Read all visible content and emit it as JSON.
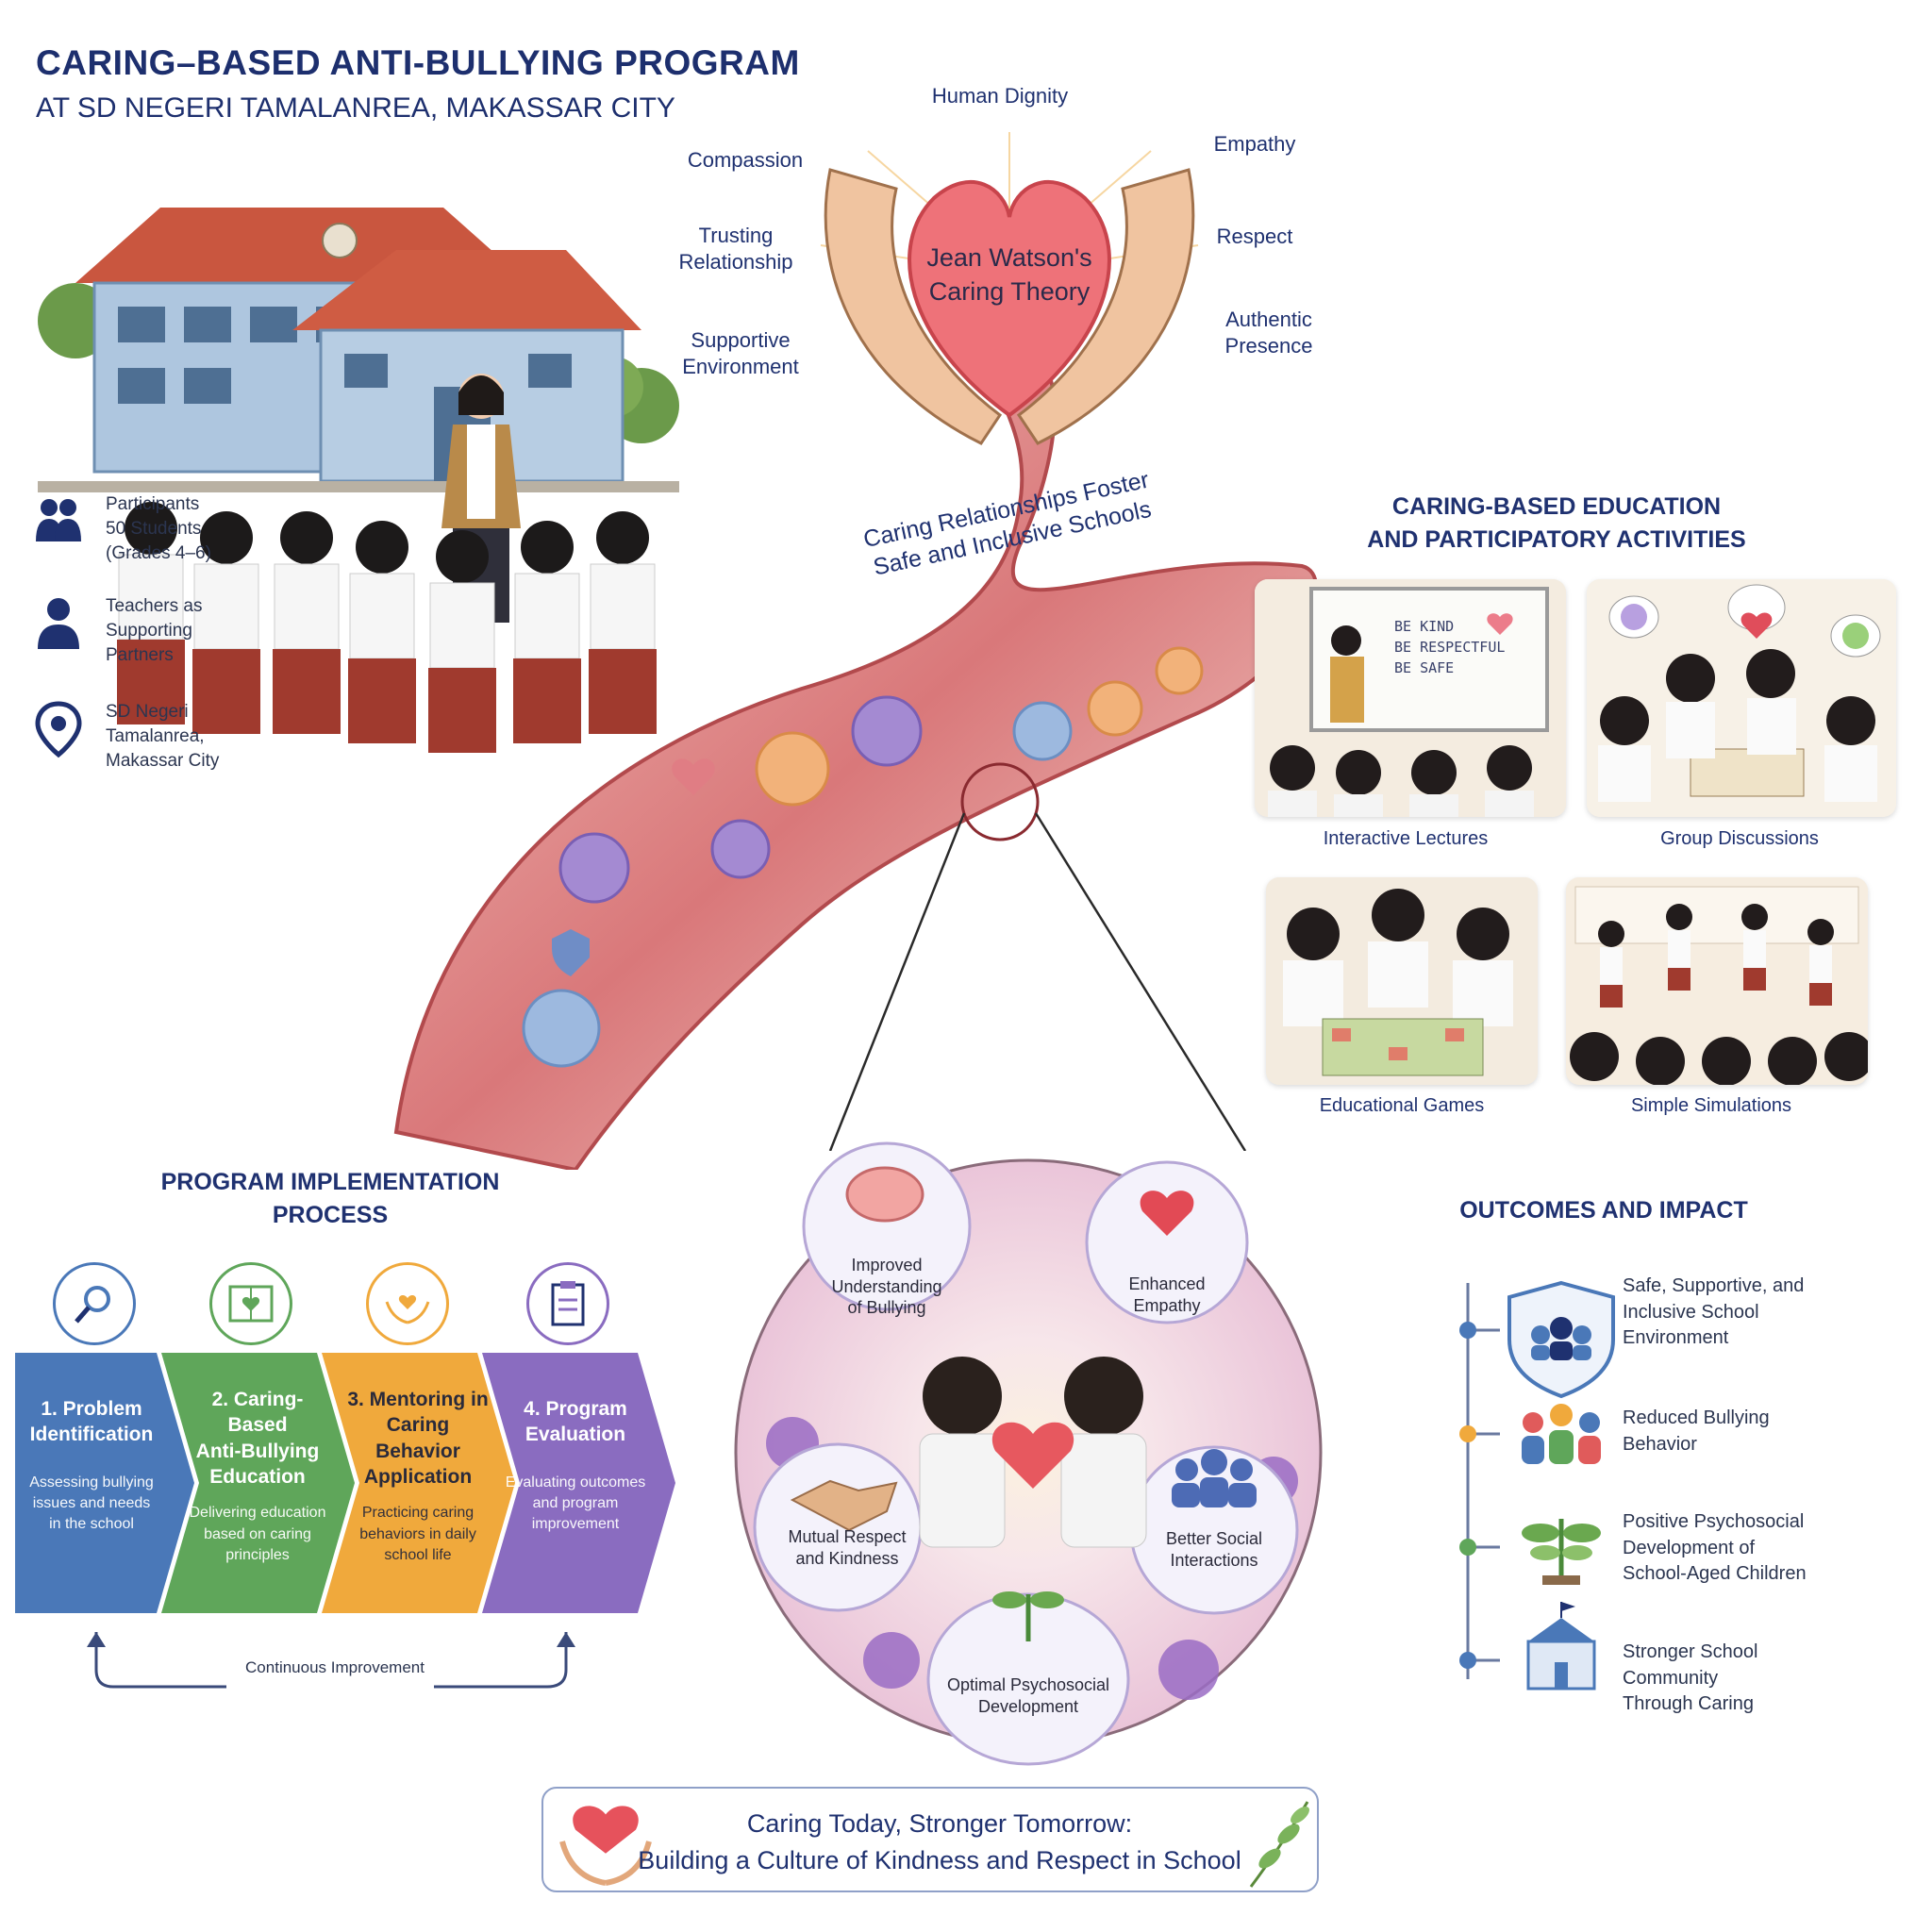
{
  "header": {
    "title": "CARING–BASED ANTI-BULLYING PROGRAM",
    "subtitle": "AT SD NEGERI TAMALANREA, MAKASSAR CITY"
  },
  "info": {
    "participants": [
      "Participants",
      "50 Students",
      "(Grades 4–6)"
    ],
    "teachers": [
      "Teachers as",
      "Supporting",
      "Partners"
    ],
    "location": [
      "SD Negeri",
      "Tamalanrea,",
      "Makassar City"
    ]
  },
  "theory": {
    "center": [
      "Jean Watson's",
      "Caring Theory"
    ],
    "values": {
      "human_dignity": "Human Dignity",
      "compassion": "Compassion",
      "empathy": "Empathy",
      "trusting": [
        "Trusting",
        "Relationship"
      ],
      "respect": "Respect",
      "supportive": [
        "Supportive",
        "Environment"
      ],
      "authentic": [
        "Authentic",
        "Presence"
      ]
    },
    "caption": [
      "Caring Relationships Foster",
      "Safe and Inclusive Schools"
    ]
  },
  "education": {
    "title": [
      "CARING-BASED EDUCATION",
      "AND PARTICIPATORY ACTIVITIES"
    ],
    "board_text": [
      "BE KIND",
      "BE RESPECTFUL",
      "BE SAFE"
    ],
    "activities": [
      "Interactive Lectures",
      "Group Discussions",
      "Educational Games",
      "Simple Simulations"
    ]
  },
  "process": {
    "title": [
      "PROGRAM IMPLEMENTATION",
      "PROCESS"
    ],
    "steps": [
      {
        "title": [
          "1. Problem",
          "Identification"
        ],
        "desc": [
          "Assessing bullying",
          "issues and needs",
          "in the school"
        ],
        "color": "#4a78b8",
        "icon": "magnifier-icon"
      },
      {
        "title": [
          "2. Caring-Based",
          "Anti-Bullying",
          "Education"
        ],
        "desc": [
          "Delivering education",
          "based on caring",
          "principles"
        ],
        "color": "#5fa65a",
        "icon": "book-heart-icon"
      },
      {
        "title": [
          "3. Mentoring in",
          "Caring Behavior",
          "Application"
        ],
        "desc": [
          "Practicing caring",
          "behaviors in daily",
          "school life"
        ],
        "color": "#f0a93c",
        "icon": "hands-heart-icon"
      },
      {
        "title": [
          "4. Program",
          "Evaluation"
        ],
        "desc": [
          "Evaluating outcomes",
          "and program",
          "improvement"
        ],
        "color": "#8a6cc0",
        "icon": "clipboard-icon"
      }
    ],
    "loop_label": "Continuous Improvement"
  },
  "circle": {
    "items": [
      [
        "Improved",
        "Understanding",
        "of Bullying"
      ],
      [
        "Enhanced",
        "Empathy"
      ],
      [
        "Mutual Respect",
        "and Kindness"
      ],
      [
        "Better Social",
        "Interactions"
      ],
      [
        "Optimal Psychosocial",
        "Development"
      ]
    ]
  },
  "outcomes": {
    "title": "OUTCOMES AND IMPACT",
    "items": [
      [
        "Safe, Supportive, and",
        "Inclusive School",
        "Environment"
      ],
      [
        "Reduced Bullying",
        "Behavior"
      ],
      [
        "Positive Psychosocial",
        "Development of",
        "School-Aged Children"
      ],
      [
        "Stronger School",
        "Community",
        "Through Caring"
      ]
    ]
  },
  "footer": {
    "line1": "Caring Today, Stronger Tomorrow:",
    "line2": "Building a Culture of Kindness and Respect in School"
  },
  "colors": {
    "navy": "#1f3170",
    "vessel": "#c9575a",
    "circle_bg": "#efd3e3",
    "step1": "#4a78b8",
    "step2": "#5fa65a",
    "step3": "#f0a93c",
    "step4": "#8a6cc0"
  }
}
